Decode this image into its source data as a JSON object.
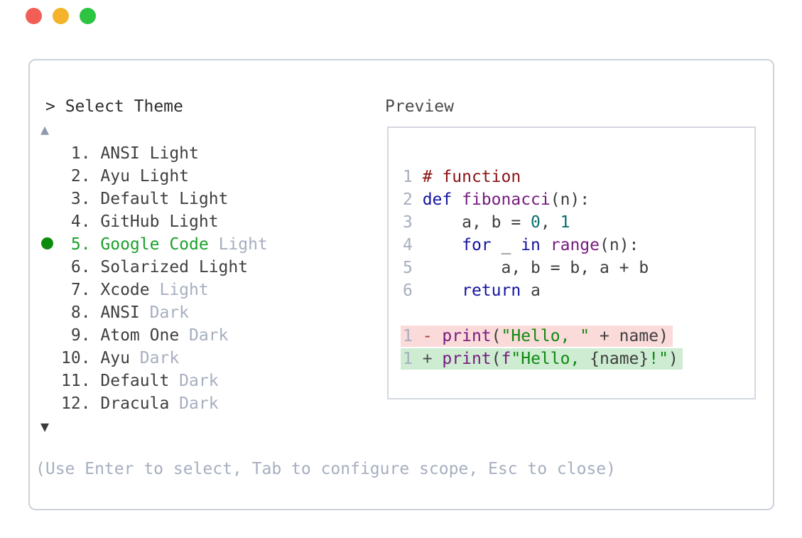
{
  "window": {
    "traffic_lights": [
      {
        "name": "close-button",
        "color": "#f15e55"
      },
      {
        "name": "minimize-button",
        "color": "#f3b32b"
      },
      {
        "name": "zoom-button",
        "color": "#2cc440"
      }
    ]
  },
  "picker": {
    "prompt": "> Select Theme",
    "scroll_up_indicator": "▲",
    "scroll_down_indicator": "▼",
    "hint": "(Use Enter to select, Tab to configure scope, Esc to close)",
    "items": [
      {
        "num": " 1.",
        "name": "ANSI Light",
        "variant": "",
        "selected": false
      },
      {
        "num": " 2.",
        "name": "Ayu Light",
        "variant": "",
        "selected": false
      },
      {
        "num": " 3.",
        "name": "Default Light",
        "variant": "",
        "selected": false
      },
      {
        "num": " 4.",
        "name": "GitHub Light",
        "variant": "",
        "selected": false
      },
      {
        "num": " 5.",
        "name": "Google Code",
        "variant": "Light",
        "selected": true
      },
      {
        "num": " 6.",
        "name": "Solarized Light",
        "variant": "",
        "selected": false
      },
      {
        "num": " 7.",
        "name": "Xcode",
        "variant": "Light",
        "selected": false
      },
      {
        "num": " 8.",
        "name": "ANSI",
        "variant": "Dark",
        "selected": false
      },
      {
        "num": " 9.",
        "name": "Atom One",
        "variant": "Dark",
        "selected": false
      },
      {
        "num": "10.",
        "name": "Ayu",
        "variant": "Dark",
        "selected": false
      },
      {
        "num": "11.",
        "name": "Default",
        "variant": "Dark",
        "selected": false
      },
      {
        "num": "12.",
        "name": "Dracula",
        "variant": "Dark",
        "selected": false
      }
    ]
  },
  "preview": {
    "label": "Preview",
    "code_lines": [
      {
        "num": "1",
        "bg": "",
        "tokens": [
          {
            "text": "# function",
            "color": "comment"
          }
        ]
      },
      {
        "num": "2",
        "bg": "",
        "tokens": [
          {
            "text": "def",
            "color": "keyword"
          },
          {
            "text": " ",
            "color": "plain"
          },
          {
            "text": "fibonacci",
            "color": "function"
          },
          {
            "text": "(n):",
            "color": "plain"
          }
        ]
      },
      {
        "num": "3",
        "bg": "",
        "tokens": [
          {
            "text": "    a, b = ",
            "color": "plain"
          },
          {
            "text": "0",
            "color": "literal"
          },
          {
            "text": ", ",
            "color": "plain"
          },
          {
            "text": "1",
            "color": "literal"
          }
        ]
      },
      {
        "num": "4",
        "bg": "",
        "tokens": [
          {
            "text": "    ",
            "color": "plain"
          },
          {
            "text": "for",
            "color": "keyword"
          },
          {
            "text": " _ ",
            "color": "plain"
          },
          {
            "text": "in",
            "color": "keyword"
          },
          {
            "text": " ",
            "color": "plain"
          },
          {
            "text": "range",
            "color": "function"
          },
          {
            "text": "(n):",
            "color": "plain"
          }
        ]
      },
      {
        "num": "5",
        "bg": "",
        "tokens": [
          {
            "text": "        a, b = b, a + b",
            "color": "plain"
          }
        ]
      },
      {
        "num": "6",
        "bg": "",
        "tokens": [
          {
            "text": "    ",
            "color": "plain"
          },
          {
            "text": "return",
            "color": "keyword"
          },
          {
            "text": " a",
            "color": "plain"
          }
        ]
      },
      {
        "num": "",
        "bg": "",
        "tokens": []
      },
      {
        "num": "1",
        "bg": "removed",
        "tokens": [
          {
            "text": "- ",
            "color": "minus"
          },
          {
            "text": "print",
            "color": "function"
          },
          {
            "text": "(",
            "color": "plain"
          },
          {
            "text": "\"Hello, \"",
            "color": "string"
          },
          {
            "text": " + name)",
            "color": "plain"
          }
        ]
      },
      {
        "num": "1",
        "bg": "added",
        "tokens": [
          {
            "text": "+ ",
            "color": "plus"
          },
          {
            "text": "print",
            "color": "function"
          },
          {
            "text": "(",
            "color": "plain"
          },
          {
            "text": "f",
            "color": "function"
          },
          {
            "text": "\"Hello, ",
            "color": "string"
          },
          {
            "text": "{name}",
            "color": "plain"
          },
          {
            "text": "!\"",
            "color": "string"
          },
          {
            "text": ")",
            "color": "plain"
          }
        ]
      }
    ]
  },
  "colors": {
    "panel_border": "#ccd1da",
    "preview_border": "#d4d8e0",
    "text_dark": "#3f3f3f",
    "text_muted": "#a6aebf",
    "selected_green": "#1ba12b",
    "bullet_green": "#0d8c0d",
    "scroll_up": "#8e99ab",
    "scroll_down": "#3a3a3a",
    "line_number": "#a6aebf",
    "syntax": {
      "comment": "#8a1414",
      "keyword": "#1414a0",
      "function": "#771a7e",
      "literal": "#0a6e6e",
      "string": "#108810",
      "plain": "#3f3f3f",
      "minus": "#b23737",
      "plus": "#4a4a4a"
    },
    "diff": {
      "removed": "#fbdada",
      "added": "#cdecd2"
    }
  }
}
